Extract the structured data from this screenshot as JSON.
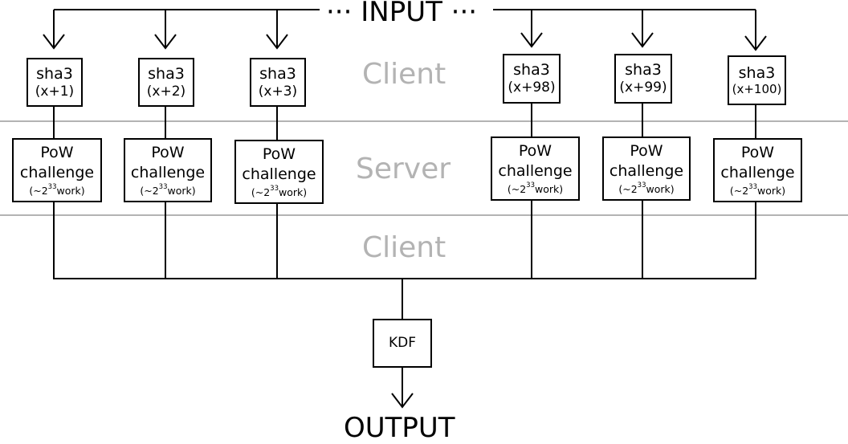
{
  "input_label": "··· INPUT ···",
  "output_label": "OUTPUT",
  "zones": {
    "client_top": "Client",
    "server": "Server",
    "client_bottom": "Client"
  },
  "hash_boxes": [
    {
      "fn": "sha3",
      "arg": "(x+1)"
    },
    {
      "fn": "sha3",
      "arg": "(x+2)"
    },
    {
      "fn": "sha3",
      "arg": "(x+3)"
    },
    {
      "fn": "sha3",
      "arg": "(x+98)"
    },
    {
      "fn": "sha3",
      "arg": "(x+99)"
    },
    {
      "fn": "sha3",
      "arg": "(x+100)"
    }
  ],
  "pow_boxes": [
    {
      "line1": "PoW",
      "line2": "challenge",
      "work_prefix": "(~2",
      "work_exp": "33",
      "work_suffix": "work)"
    },
    {
      "line1": "PoW",
      "line2": "challenge",
      "work_prefix": "(~2",
      "work_exp": "33",
      "work_suffix": "work)"
    },
    {
      "line1": "PoW",
      "line2": "challenge",
      "work_prefix": "(~2",
      "work_exp": "33",
      "work_suffix": "work)"
    },
    {
      "line1": "PoW",
      "line2": "challenge",
      "work_prefix": "(~2",
      "work_exp": "33",
      "work_suffix": "work)"
    },
    {
      "line1": "PoW",
      "line2": "challenge",
      "work_prefix": "(~2",
      "work_exp": "33",
      "work_suffix": "work)"
    },
    {
      "line1": "PoW",
      "line2": "challenge",
      "work_prefix": "(~2",
      "work_exp": "33",
      "work_suffix": "work)"
    }
  ],
  "kdf_label": "KDF",
  "colors": {
    "stroke": "#000000",
    "zone_text": "#b3b3b3",
    "zone_divider": "#b3b3b3"
  }
}
